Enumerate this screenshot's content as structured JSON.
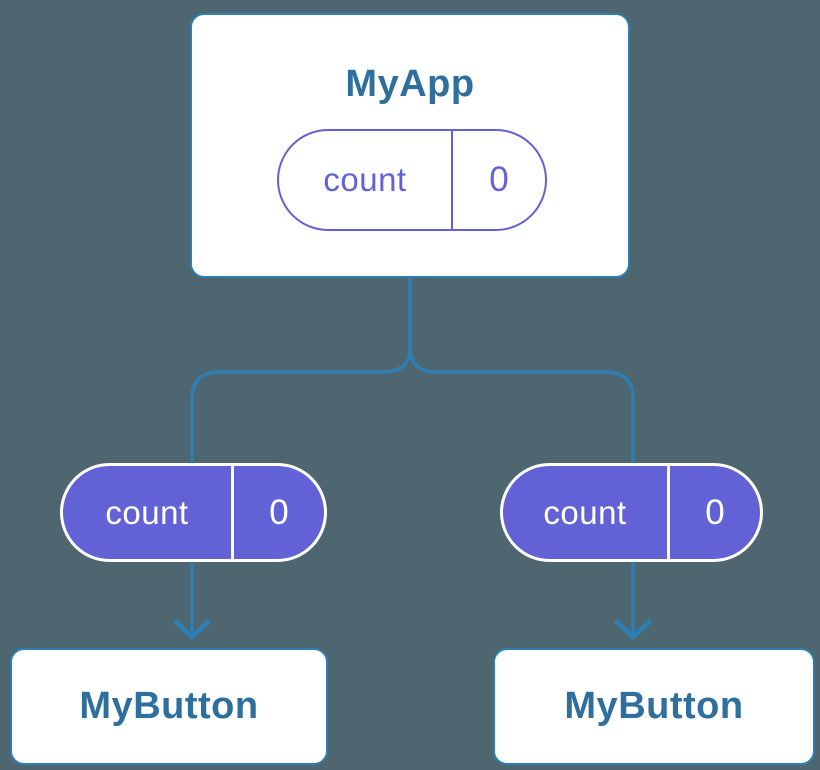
{
  "colors": {
    "background": "#4d6670",
    "connector": "#2e7eb3",
    "node_border": "#2e7eb3",
    "node_bg": "#ffffff",
    "node_text": "#2e6f9e",
    "purple": "#6361d6",
    "white": "#ffffff"
  },
  "root_node": {
    "title": "MyApp",
    "state": {
      "label": "count",
      "value": "0"
    }
  },
  "child_pills": [
    {
      "label": "count",
      "value": "0"
    },
    {
      "label": "count",
      "value": "0"
    }
  ],
  "leaf_nodes": [
    {
      "title": "MyButton"
    },
    {
      "title": "MyButton"
    }
  ]
}
